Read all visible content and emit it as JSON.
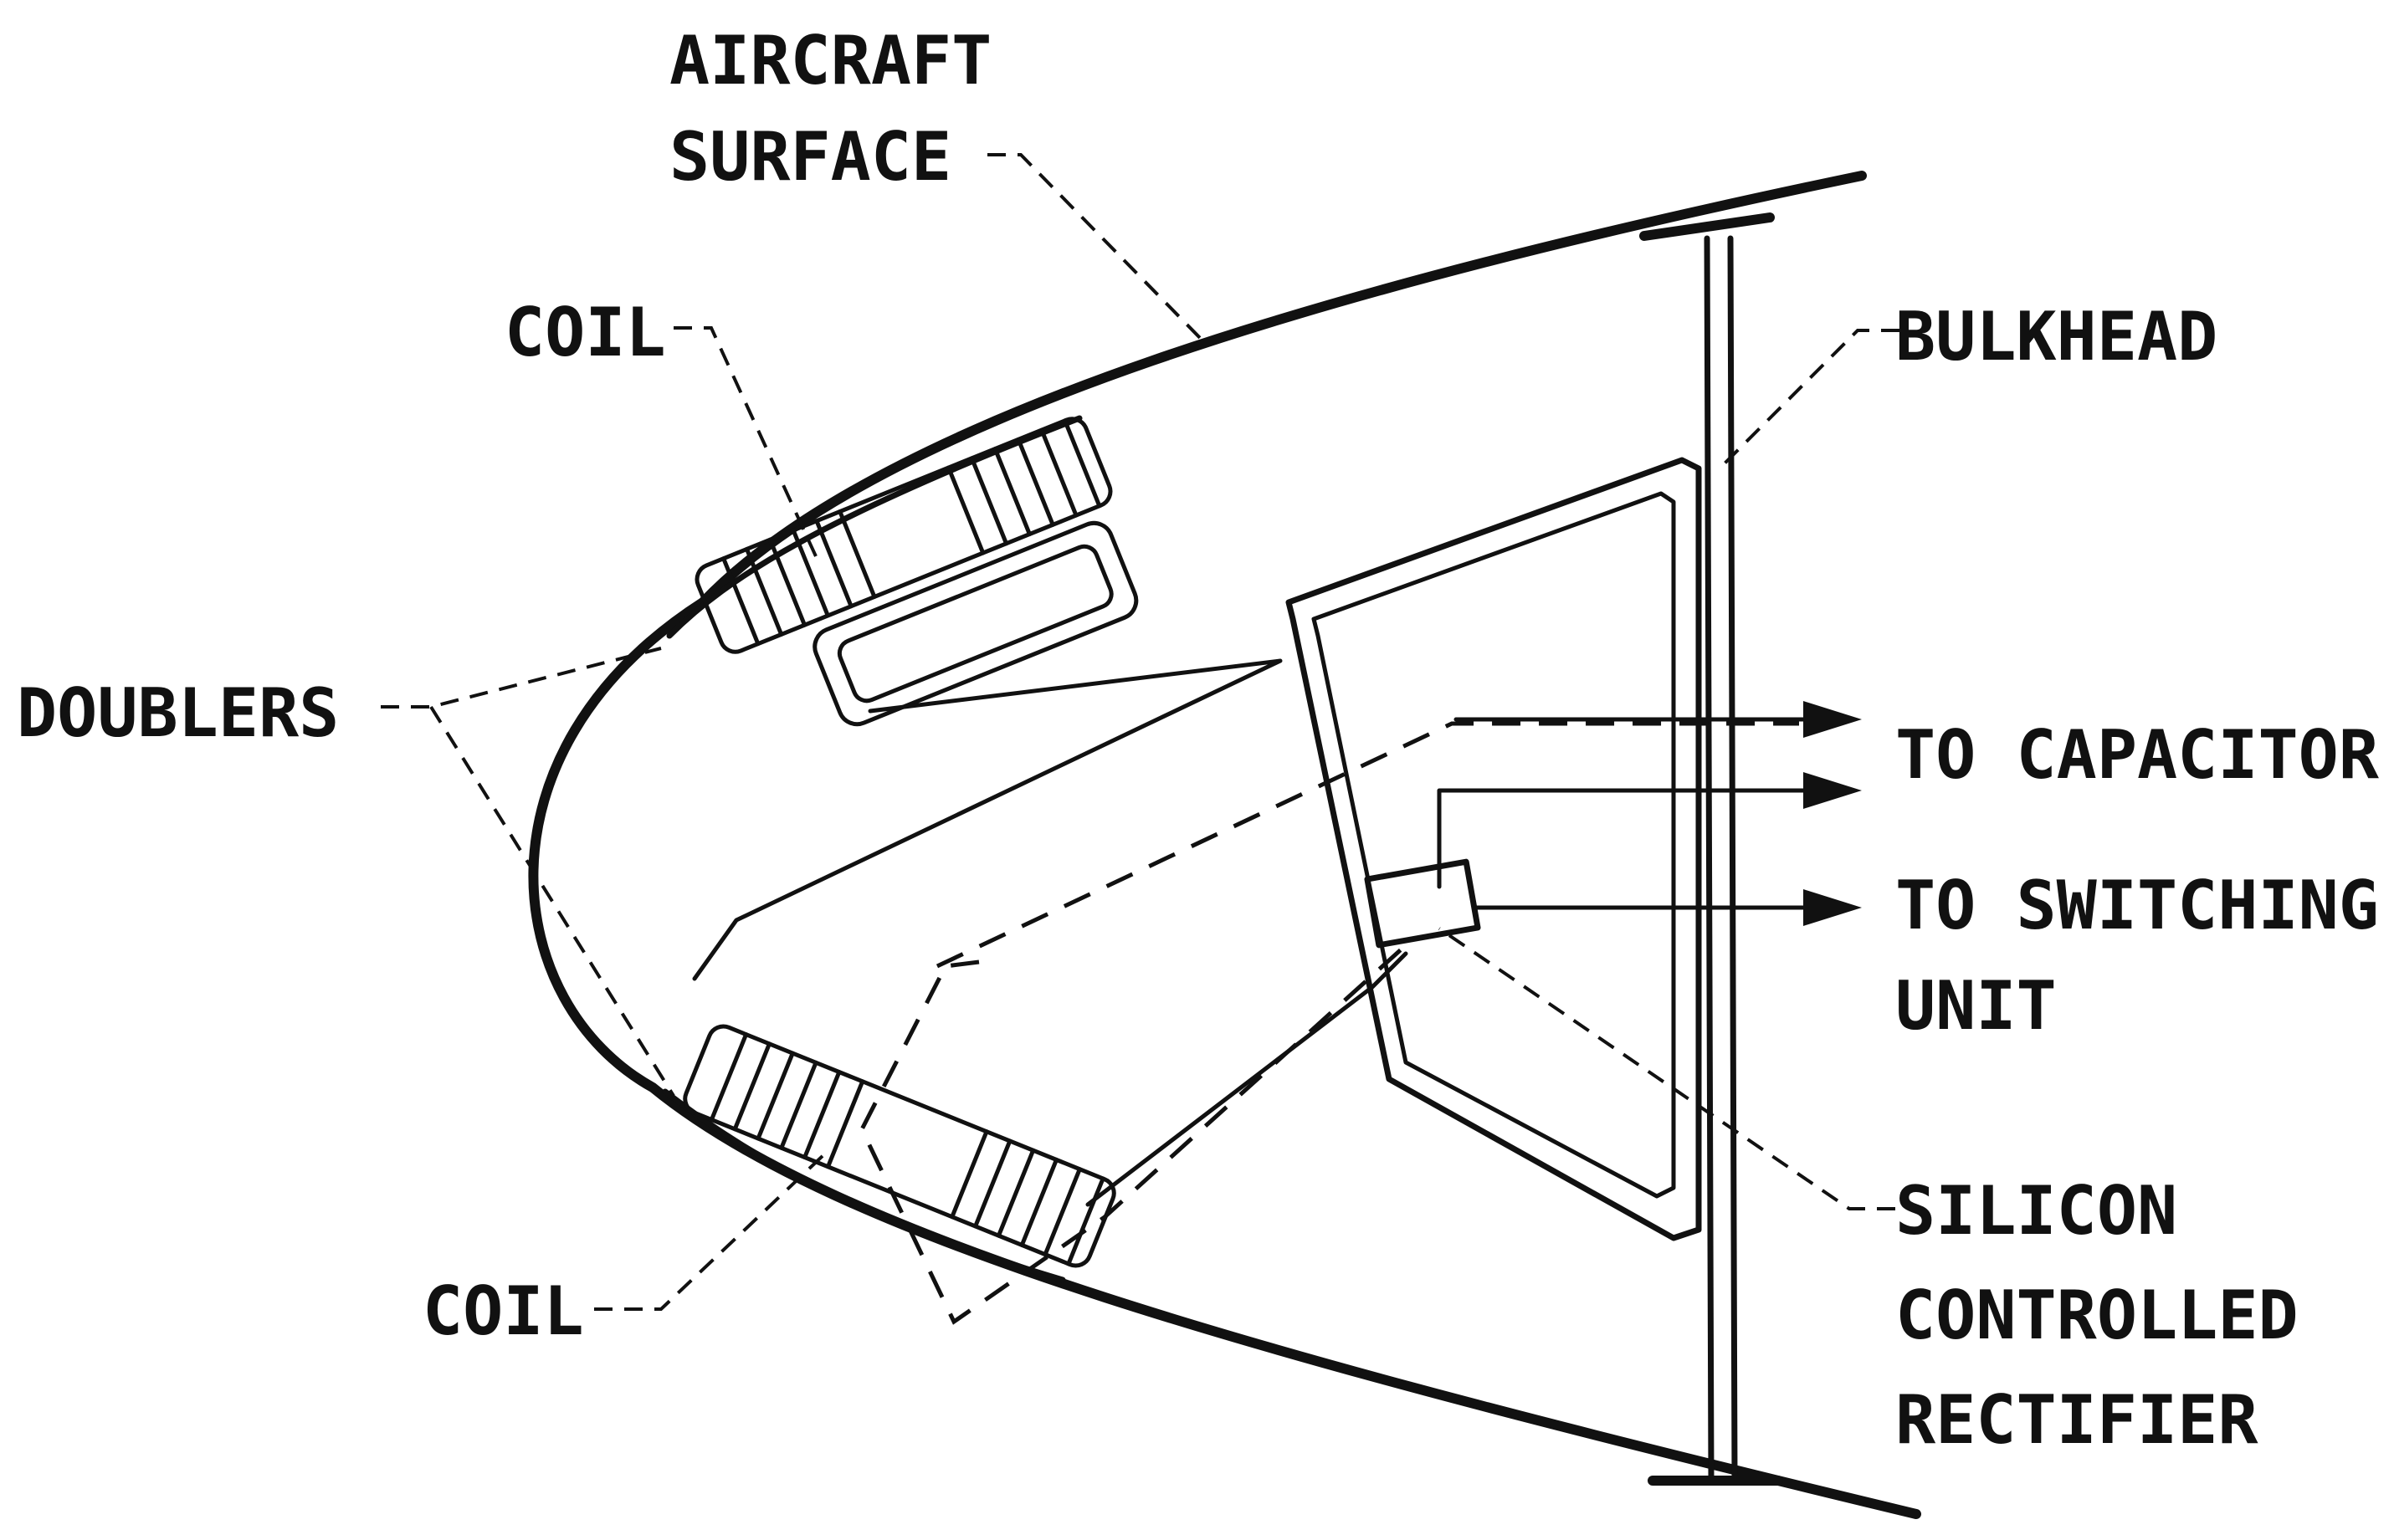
{
  "labels": {
    "aircraft_surface_line1": "AIRCRAFT",
    "aircraft_surface_line2": "SURFACE",
    "coil_top": "COIL",
    "bulkhead": "BULKHEAD",
    "doublers": "DOUBLERS",
    "to_capacitor": "TO CAPACITOR",
    "to_switching_line1": "TO SWITCHING",
    "to_switching_line2": "UNIT",
    "coil_bottom": "COIL",
    "scr_line1": "SILICON",
    "scr_line2": "CONTROLLED",
    "scr_line3": "RECTIFIER"
  }
}
